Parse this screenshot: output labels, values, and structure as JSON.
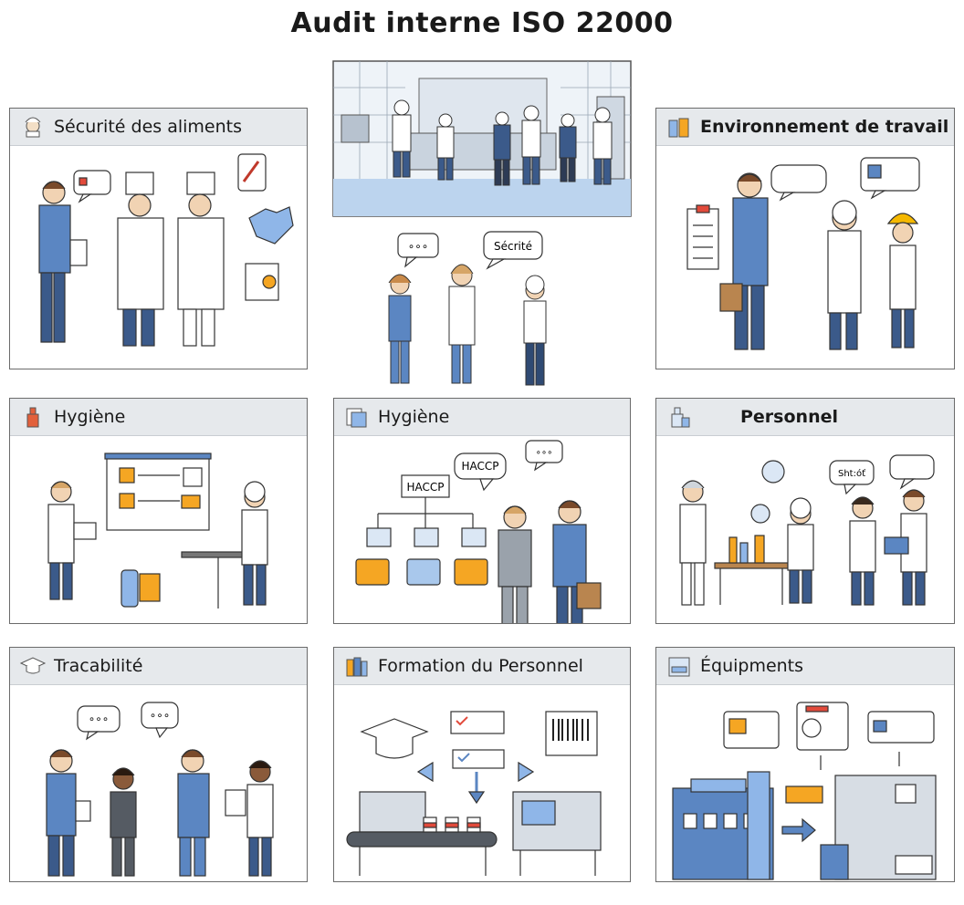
{
  "title": "Audit interne ISO 22000",
  "center_bubbles": {
    "left": "∘∘∘",
    "right": "Sécrité"
  },
  "panels": {
    "securite": {
      "label": "Sécurité des aliments",
      "icon": "chef-icon"
    },
    "environnement": {
      "label": "Environnement de travail",
      "icon": "jars-icon"
    },
    "hygiene_left": {
      "label": "Hygiène",
      "icon": "sanitizer-icon"
    },
    "hygiene_mid": {
      "label": "Hygiène",
      "icon": "document-stack-icon",
      "haccp_box": "HACCP",
      "bubble_left": "HACCP",
      "bubble_right": "∘∘∘"
    },
    "personnel": {
      "label": "Personnel",
      "icon": "bottle-icon",
      "bubble_left": "Sht:óť"
    },
    "tracabilite": {
      "label": "Tracabilité",
      "icon": "graduation-cap-icon",
      "bubble_a": "∘∘∘",
      "bubble_b": "∘∘∘"
    },
    "formation": {
      "label": "Formation du Personnel",
      "icon": "books-icon"
    },
    "equipments": {
      "label": "Équipments",
      "icon": "machine-icon"
    }
  }
}
